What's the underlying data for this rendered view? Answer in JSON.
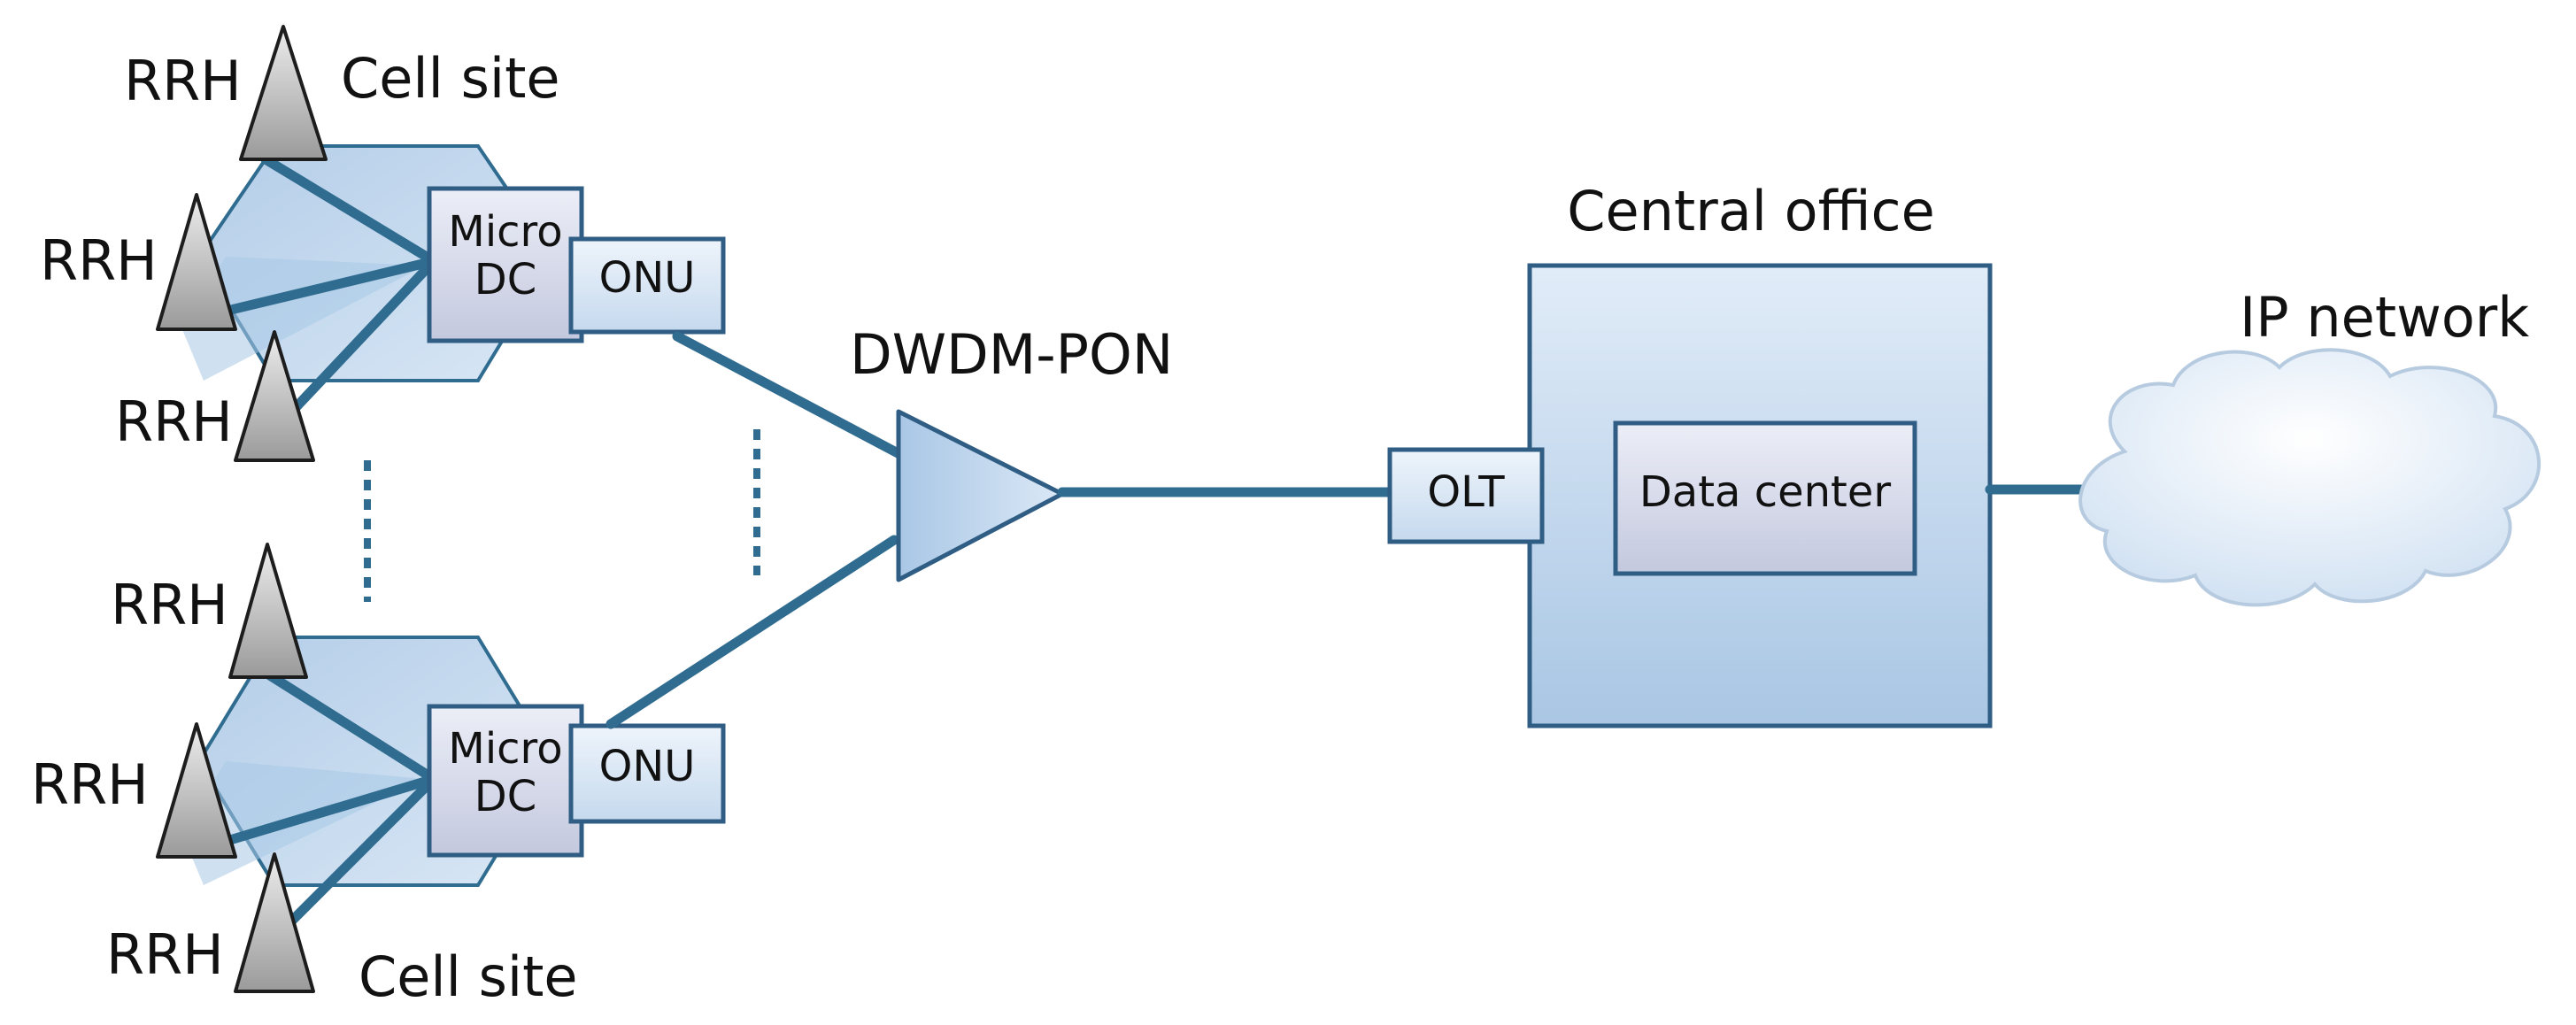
{
  "cell_sites": [
    {
      "site_label": "Cell site",
      "rrh_labels": [
        "RRH",
        "RRH",
        "RRH"
      ],
      "micro_dc_label": [
        "Micro",
        "DC"
      ],
      "onu_label": "ONU"
    },
    {
      "site_label": "Cell site",
      "rrh_labels": [
        "RRH",
        "RRH",
        "RRH"
      ],
      "micro_dc_label": [
        "Micro",
        "DC"
      ],
      "onu_label": "ONU"
    }
  ],
  "splitter_label": "DWDM-PON",
  "central_office": {
    "title": "Central office",
    "olt_label": "OLT",
    "data_center_label": "Data center"
  },
  "ip_network_label": "IP network",
  "colors": {
    "link": "#2f6c90",
    "box_fill": "#dce9f6",
    "box_stroke": "#2f5d84",
    "antenna_fill": "#b8b8b8"
  }
}
